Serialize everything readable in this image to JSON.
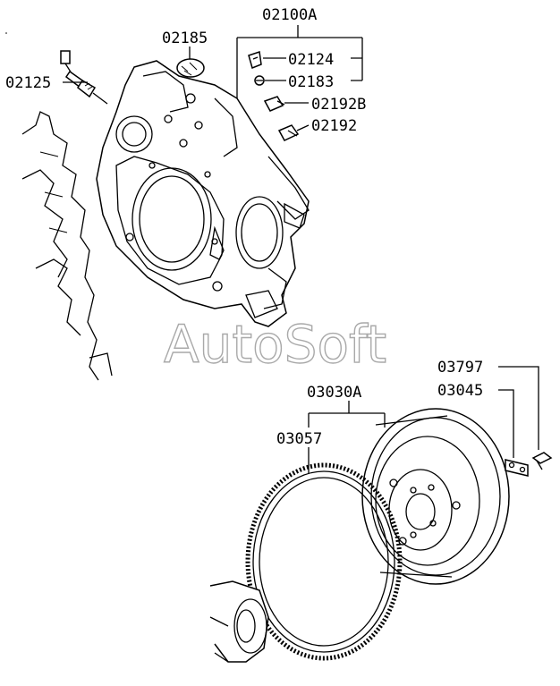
{
  "diagram": {
    "labels": {
      "p02100A": "02100A",
      "p02185": "02185",
      "p02124": "02124",
      "p02183": "02183",
      "p02125": "02125",
      "p02192B": "02192B",
      "p02192": "02192",
      "p03797": "03797",
      "p03045": "03045",
      "p03030A": "03030A",
      "p03057": "03057"
    },
    "watermark": "AutoSoft",
    "colors": {
      "line": "#000000",
      "background": "#ffffff",
      "watermark_outline": "#a9a9a9"
    }
  }
}
